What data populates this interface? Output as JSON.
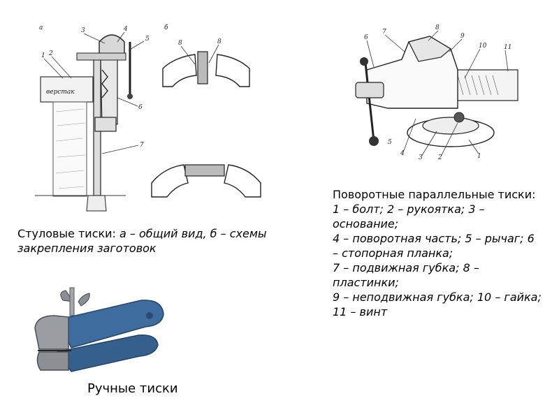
{
  "slide": {
    "stool_vise": {
      "caption_term": "Стуловые тиски:",
      "caption_text": " а – общий вид, б – схемы закрепления заготовок",
      "fig_a_letter": "а",
      "fig_b_letter": "б",
      "workbench_label": "верстак",
      "numbers": [
        "1",
        "2",
        "3",
        "4",
        "5",
        "6",
        "7"
      ],
      "clamp_numbers": [
        "8",
        "8"
      ]
    },
    "rotary_vise": {
      "caption_lines": [
        "Поворотные параллельные тиски:",
        "1 – болт; 2 – рукоятка; 3 – основание;",
        "4 – поворотная часть; 5 – рычаг; 6 – стопорная планка;",
        "7 – подвижная губка; 8 – пластинки;",
        "9 – неподвижная губка; 10 – гайка;",
        "11 – винт"
      ],
      "numbers": [
        "1",
        "2",
        "3",
        "4",
        "5",
        "6",
        "7",
        "8",
        "9",
        "10",
        "11"
      ]
    },
    "hand_vise": {
      "caption": "Ручные тиски"
    }
  }
}
